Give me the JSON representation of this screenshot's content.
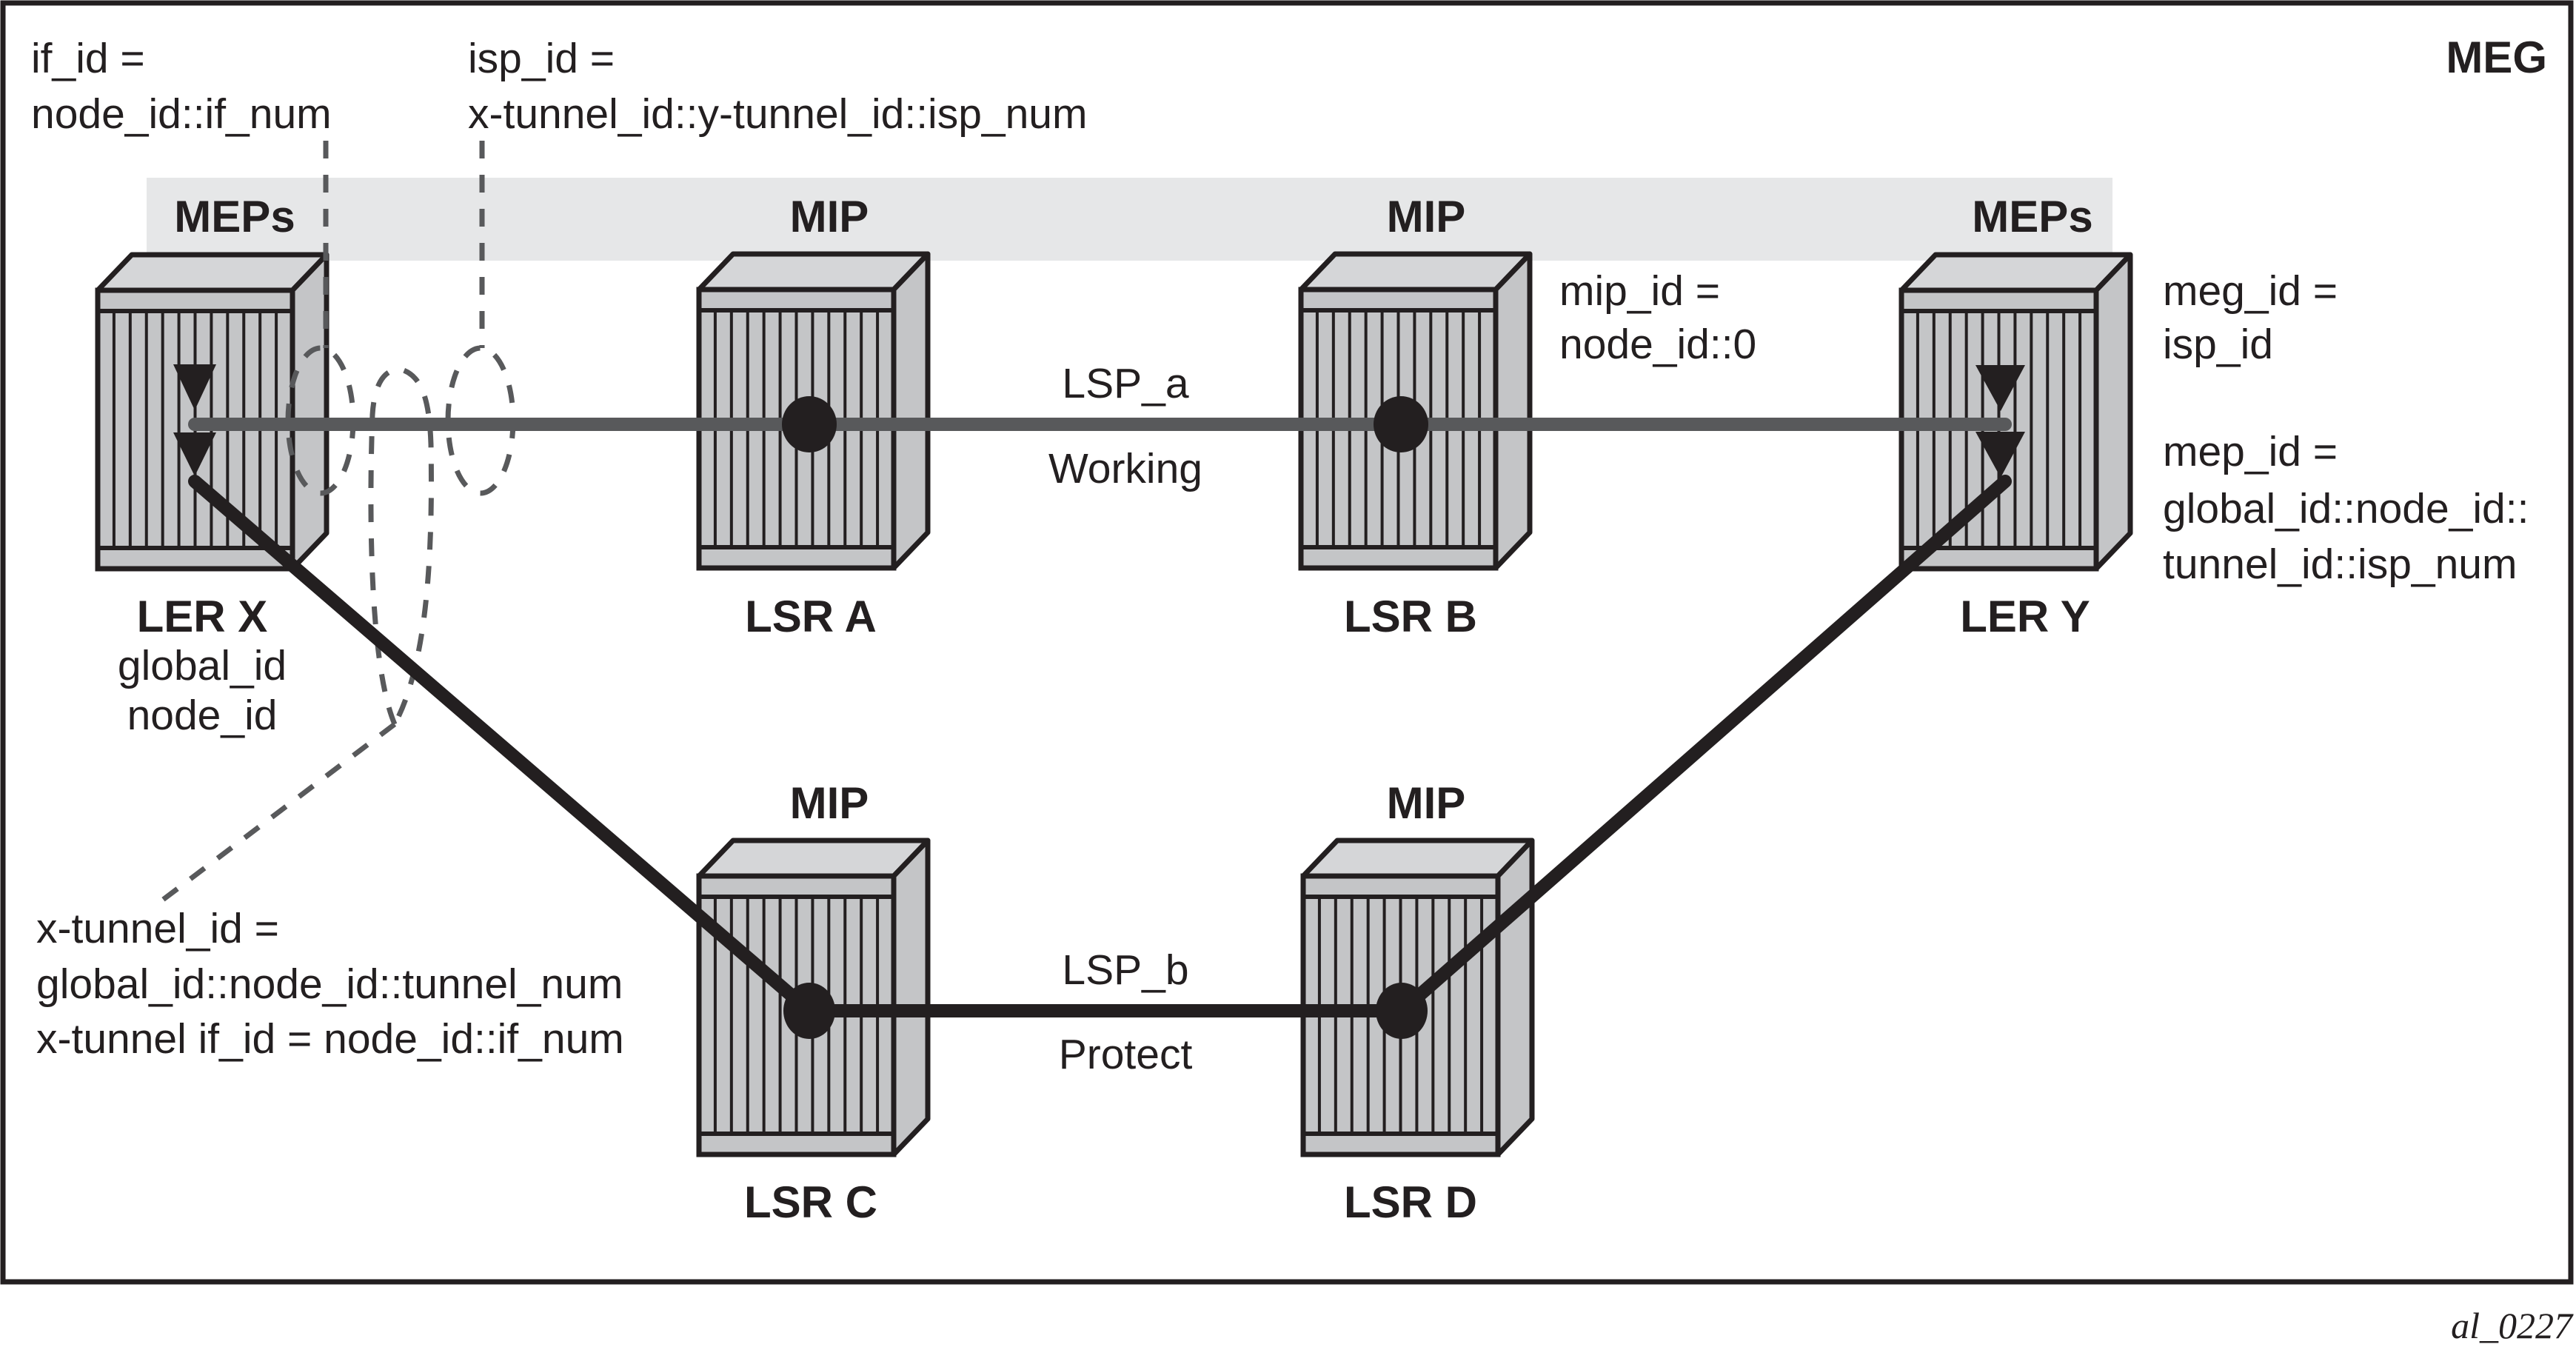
{
  "diagram": {
    "group_label": "MEG",
    "figure_id": "al_0227",
    "band_labels": {
      "ler_x": "MEPs",
      "lsr_a": "MIP",
      "lsr_b": "MIP",
      "ler_y": "MEPs"
    },
    "lower_labels": {
      "lsr_c": "MIP",
      "lsr_d": "MIP"
    },
    "nodes": [
      {
        "id": "ler_x",
        "name": "LER X",
        "sub": [
          "global_id",
          "node_id"
        ]
      },
      {
        "id": "lsr_a",
        "name": "LSR A"
      },
      {
        "id": "lsr_b",
        "name": "LSR B"
      },
      {
        "id": "ler_y",
        "name": "LER Y"
      },
      {
        "id": "lsr_c",
        "name": "LSR C"
      },
      {
        "id": "lsr_d",
        "name": "LSR D"
      }
    ],
    "paths": [
      {
        "id": "lsp_a",
        "name": "LSP_a",
        "role": "Working",
        "color": "#58595b",
        "hops": [
          "LER X",
          "LSR A",
          "LSR B",
          "LER Y"
        ]
      },
      {
        "id": "lsp_b",
        "name": "LSP_b",
        "role": "Protect",
        "color": "#231f20",
        "hops": [
          "LER X",
          "LSR C",
          "LSR D",
          "LER Y"
        ]
      }
    ],
    "annotations": {
      "if_id": [
        "if_id =",
        "node_id::if_num"
      ],
      "isp_id": [
        "isp_id =",
        "x-tunnel_id::y-tunnel_id::isp_num"
      ],
      "mip_id": [
        "mip_id =",
        "node_id::0"
      ],
      "meg_id": [
        "meg_id =",
        "isp_id"
      ],
      "mep_id": [
        "mep_id =",
        "global_id::node_id::",
        "tunnel_id::isp_num"
      ],
      "x_tunnel": [
        "x-tunnel_id =",
        "global_id::node_id::tunnel_num",
        "x-tunnel if_id = node_id::if_num"
      ]
    },
    "colors": {
      "band": "#e6e7e8",
      "device_front": "#c4c5c7",
      "device_top": "#d5d6d8",
      "outline": "#231f20",
      "dashed": "#58595b"
    }
  }
}
